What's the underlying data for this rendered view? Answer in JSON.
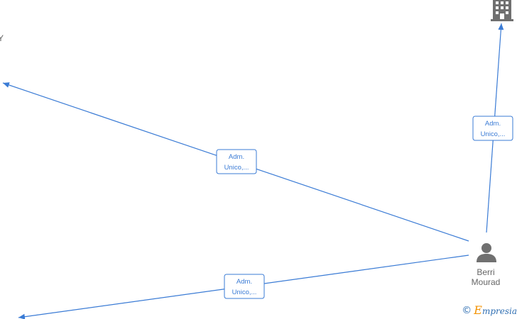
{
  "nodes": {
    "person": {
      "name_line1": "Berri",
      "name_line2": "Mourad",
      "icon": "person-icon"
    },
    "company_top_right": {
      "icon": "building-icon"
    },
    "top_left_partial_text": "Y"
  },
  "edges": [
    {
      "label_line1": "Adm.",
      "label_line2": "Unico,..."
    },
    {
      "label_line1": "Adm.",
      "label_line2": "Unico,..."
    },
    {
      "label_line1": "Adm.",
      "label_line2": "Unico,..."
    }
  ],
  "watermark": {
    "symbol": "©",
    "brand_first": "E",
    "brand_rest": "mpresia"
  },
  "colors": {
    "edge": "#3a7bd5",
    "label_border": "#3a7bd5",
    "icon": "#707070",
    "node_text": "#666666"
  }
}
